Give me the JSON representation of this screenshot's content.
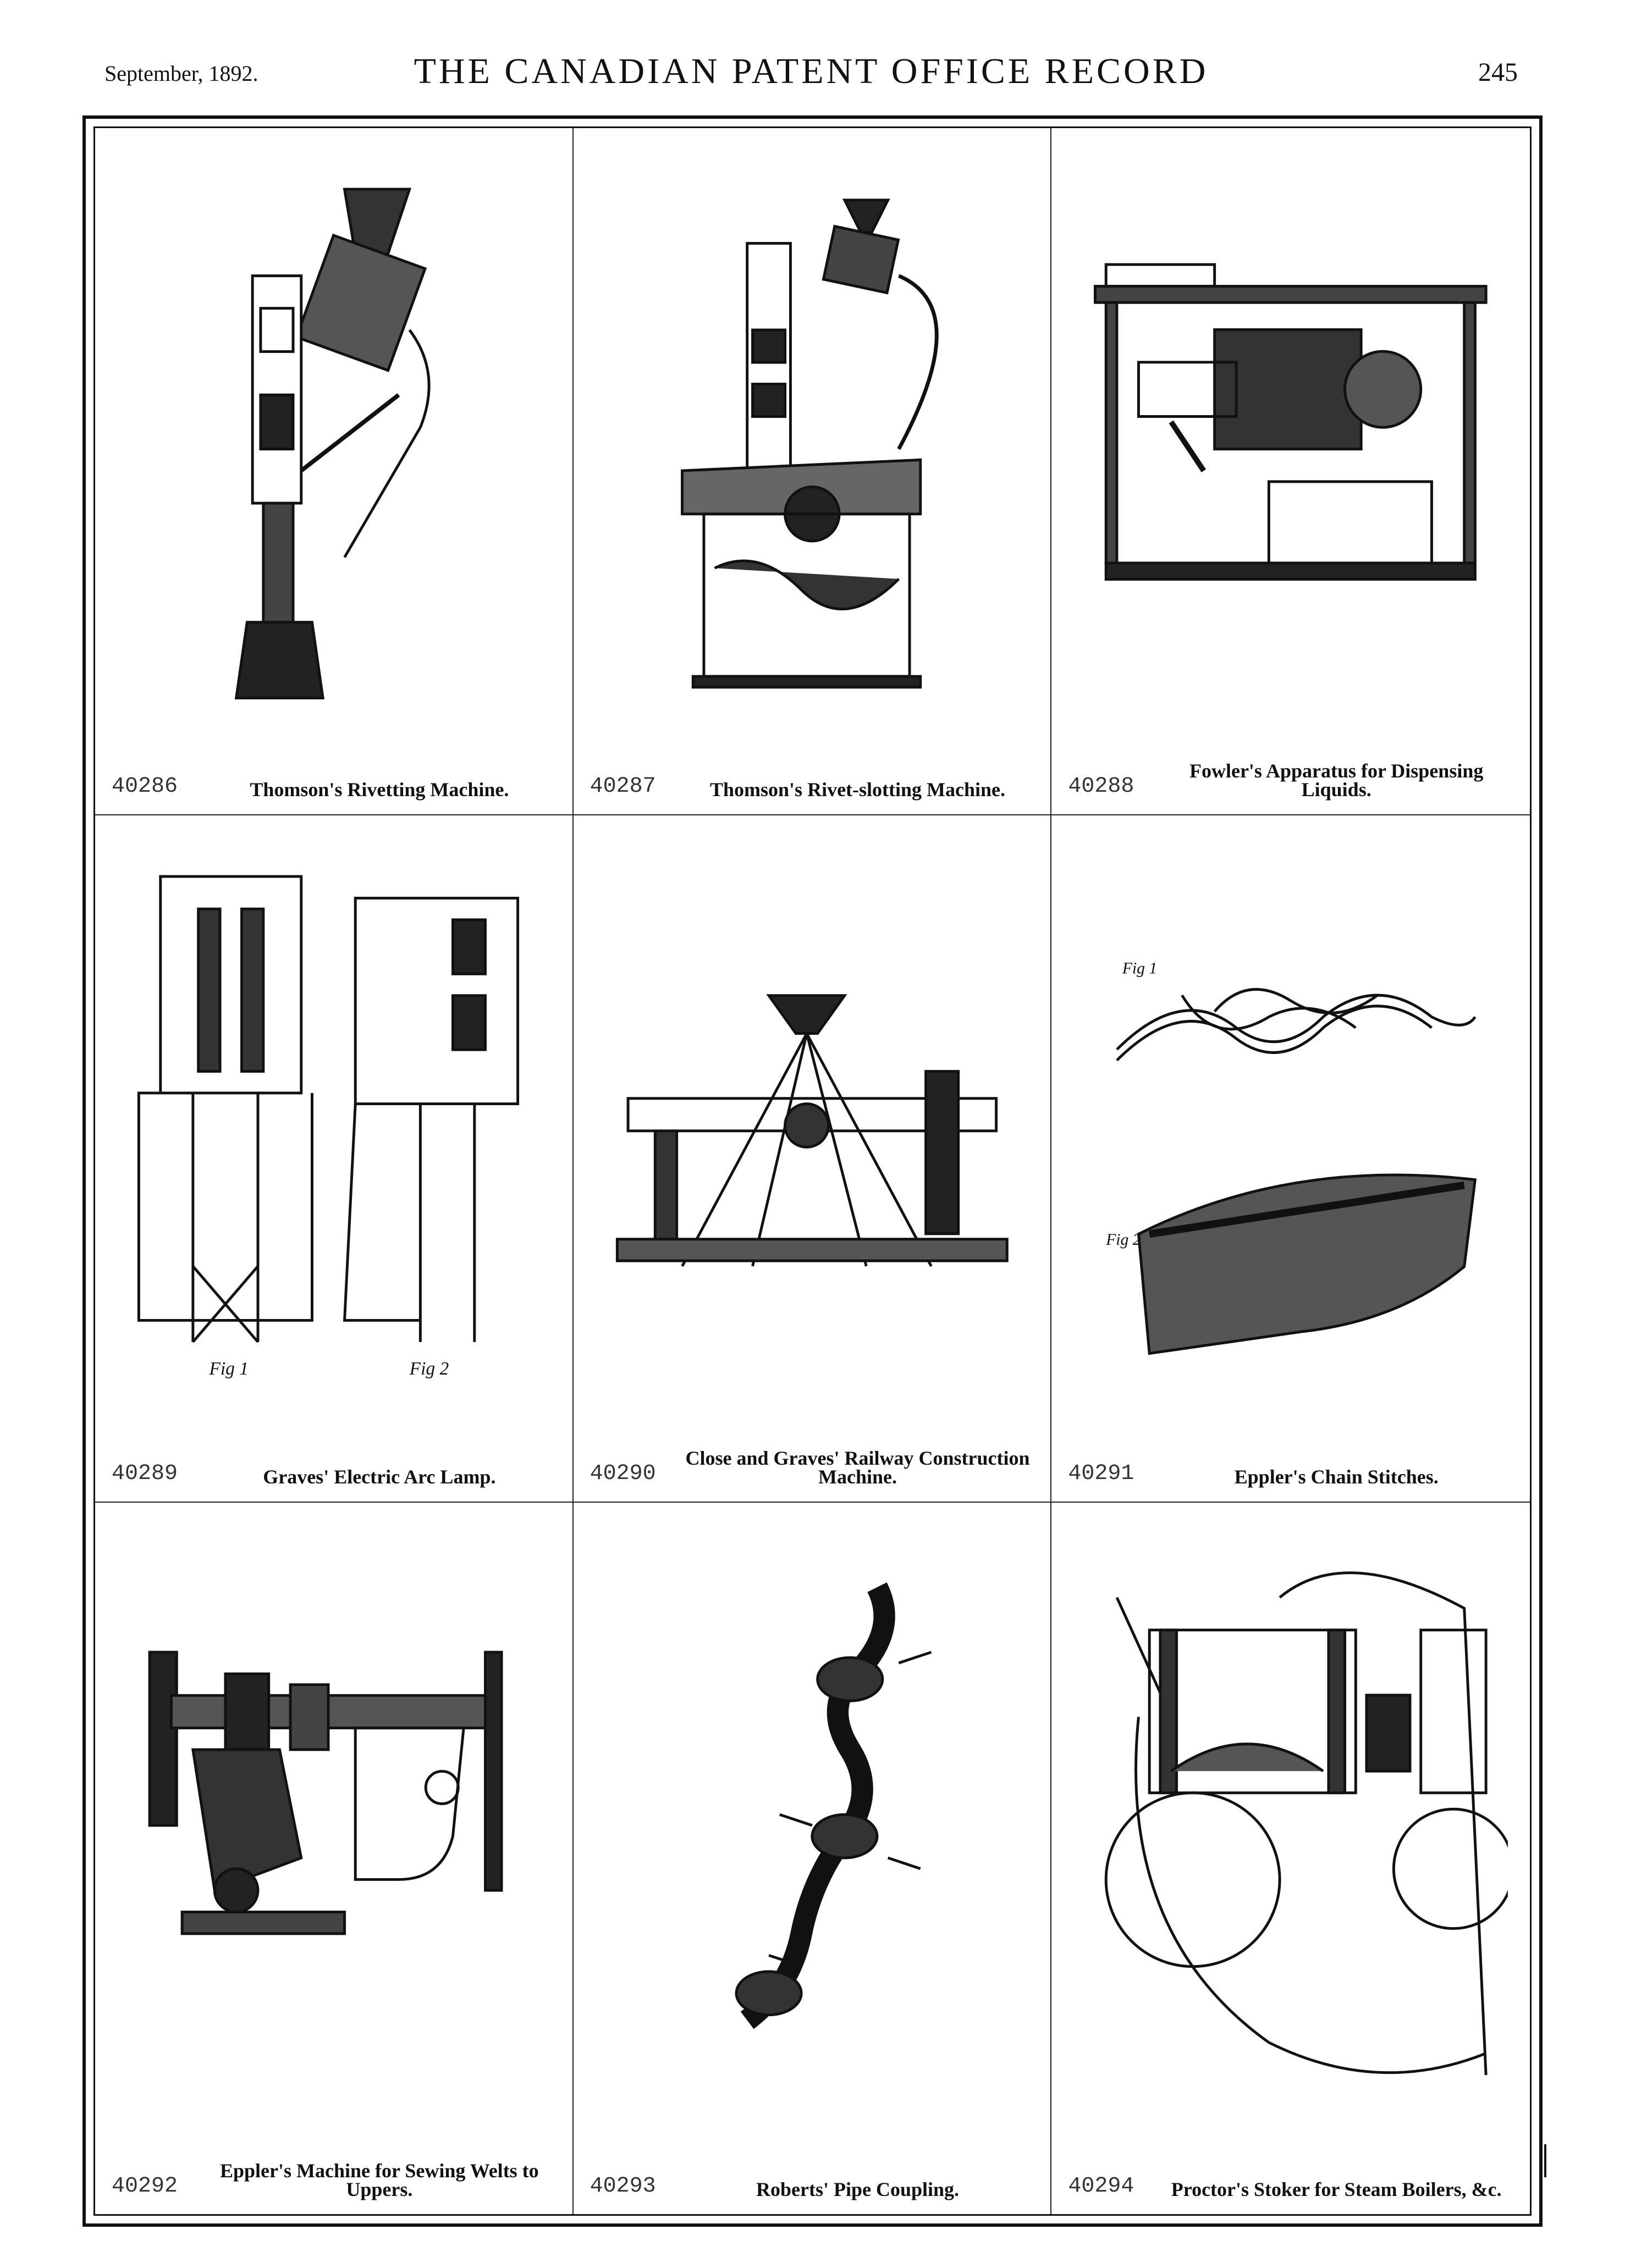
{
  "header": {
    "date": "September, 1892.",
    "title": "THE CANADIAN PATENT OFFICE RECORD",
    "page": "245"
  },
  "entries": [
    {
      "number": "40286",
      "title": "Thomson's Rivetting Machine.",
      "figure": "rivetting-machine"
    },
    {
      "number": "40287",
      "title": "Thomson's Rivet-slotting Machine.",
      "figure": "rivet-slotting-machine"
    },
    {
      "number": "40288",
      "title": "Fowler's Apparatus for Dispensing Liquids.",
      "figure": "liquid-dispensing-apparatus"
    },
    {
      "number": "40289",
      "title": "Graves' Electric Arc Lamp.",
      "figure": "electric-arc-lamp",
      "fig_labels": [
        "Fig 1",
        "Fig 2"
      ]
    },
    {
      "number": "40290",
      "title": "Close and Graves' Railway Construction Machine.",
      "figure": "railway-construction-machine"
    },
    {
      "number": "40291",
      "title": "Eppler's Chain Stitches.",
      "figure": "chain-stitches",
      "fig_labels": [
        "Fig 1",
        "Fig 2"
      ]
    },
    {
      "number": "40292",
      "title": "Eppler's Machine for Sewing Welts to Uppers.",
      "figure": "welt-sewing-machine"
    },
    {
      "number": "40293",
      "title": "Roberts' Pipe Coupling.",
      "figure": "pipe-coupling"
    },
    {
      "number": "40294",
      "title": "Proctor's Stoker for Steam Boilers, &c.",
      "figure": "steam-boiler-stoker"
    }
  ]
}
